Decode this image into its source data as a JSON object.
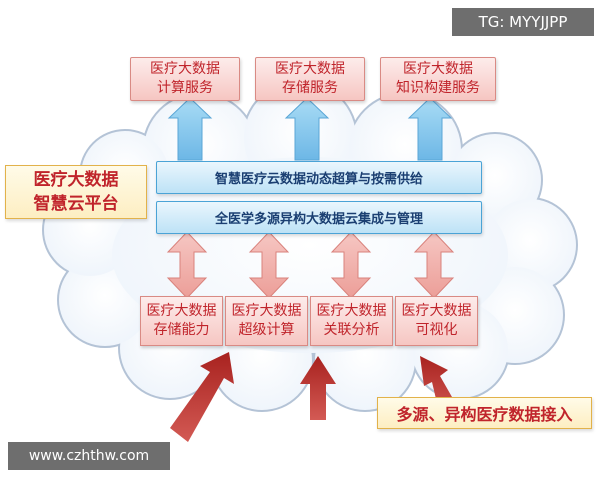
{
  "services": [
    {
      "line1": "医疗大数据",
      "line2": "计算服务"
    },
    {
      "line1": "医疗大数据",
      "line2": "存储服务"
    },
    {
      "line1": "医疗大数据",
      "line2": "知识构建服务"
    }
  ],
  "bar_top": "智慧医疗云数据动态超算与按需供给",
  "bar_bottom": "全医学多源异构大数据云集成与管理",
  "platform": {
    "line1": "医疗大数据",
    "line2": "智慧云平台"
  },
  "capabilities": [
    {
      "line1": "医疗大数据",
      "line2": "存储能力"
    },
    {
      "line1": "医疗大数据",
      "line2": "超级计算"
    },
    {
      "line1": "医疗大数据",
      "line2": "关联分析"
    },
    {
      "line1": "医疗大数据",
      "line2": "可视化"
    }
  ],
  "source_label": "多源、异构医疗数据接入",
  "watermarks": {
    "top": "TG: MYYJJPP",
    "bottom": "www.czhthw.com"
  },
  "colors": {
    "text_red": "#c0242b",
    "bar_text": "#1b3f72",
    "arrow_up": "#7fc3ea",
    "arrow_double": "#f1aaa6",
    "arrow_input": "#b8302b"
  }
}
